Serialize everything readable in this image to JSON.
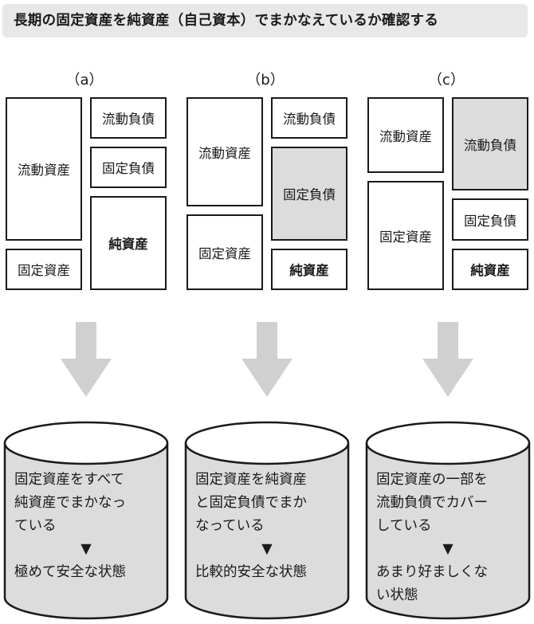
{
  "title": "長期の固定資産を純資産（自己資本）でまかなえているか確認する",
  "columns": [
    {
      "label": "（a）",
      "boxes": {
        "current_assets": "流動資産",
        "fixed_assets": "固定資産",
        "current_liabilities": "流動負債",
        "fixed_liabilities": "固定負債",
        "net_assets": "純資産"
      },
      "shaded": "none",
      "result_lines": [
        "固定資産をすべて",
        "純資産でまかなっ",
        "ている"
      ],
      "triangle": "▼",
      "verdict_lines": [
        "極めて安全な状態"
      ]
    },
    {
      "label": "（b）",
      "boxes": {
        "current_assets": "流動資産",
        "fixed_assets": "固定資産",
        "current_liabilities": "流動負債",
        "fixed_liabilities": "固定負債",
        "net_assets": "純資産"
      },
      "shaded": "fixed_liabilities",
      "result_lines": [
        "固定資産を純資産",
        "と固定負債でまか",
        "なっている"
      ],
      "triangle": "▼",
      "verdict_lines": [
        "比較的安全な状態"
      ]
    },
    {
      "label": "（c）",
      "boxes": {
        "current_assets": "流動資産",
        "fixed_assets": "固定資産",
        "current_liabilities": "流動負債",
        "fixed_liabilities": "固定負債",
        "net_assets": "純資産"
      },
      "shaded": "current_liabilities",
      "result_lines": [
        "固定資産の一部を",
        "流動負債でカバー",
        "している"
      ],
      "triangle": "▼",
      "verdict_lines": [
        "あまり好ましくな",
        "い状態"
      ]
    }
  ],
  "colors": {
    "shade": "#dcdcdc",
    "arrow": "#d0d0d0",
    "cylinder": "#dcdcdc",
    "title_bg": "#e8e8e8"
  }
}
